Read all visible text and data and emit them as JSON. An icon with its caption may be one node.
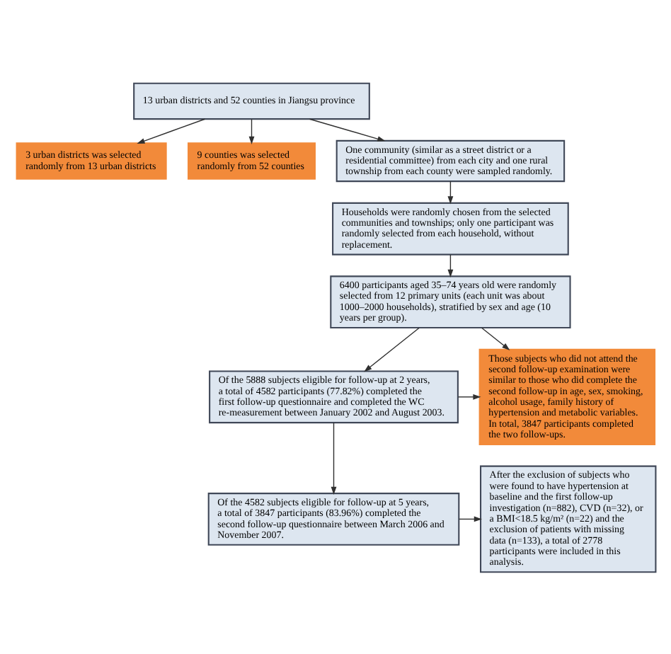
{
  "diagram": {
    "nodes": [
      {
        "text": [
          "13 urban districts and 52 counties in Jiangsu province"
        ]
      },
      {
        "text": [
          "3 urban districts was selected randomly from 13 urban districts"
        ]
      },
      {
        "text": [
          "9 counties was selected randomly from 52 counties"
        ]
      },
      {
        "text": [
          "One community (similar as a street district or a residential committee) from each city and one rural township from each county were sampled randomly."
        ]
      },
      {
        "text": [
          "Households were randomly chosen from the selected communities and townships; only one participant was randomly selected from each household, without replacement."
        ]
      },
      {
        "text": [
          "6400 participants aged 35–74 years old were randomly selected from 12 primary units (each unit was about 1000–2000 households), stratified by sex and age (10 years per group)."
        ]
      },
      {
        "text": [
          "Those subjects who did not attend the second follow-up examination were similar to those who did complete the second follow-up in age, sex, smoking, alcohol usage, family history of hypertension and metabolic variables. In total, 3847 participants completed the two follow-ups."
        ]
      },
      {
        "text": [
          "Of the 5888 subjects eligible for follow-up at 2 years, a total of 4582 participants (77.82%) completed the first follow-up questionnaire and completed the WC re-measurement between January 2002 and August 2003."
        ]
      },
      {
        "text": [
          "Of the 4582 subjects eligible for follow-up at 5 years, a total of 3847 participants (83.96%) completed the second follow-up questionnaire between March 2006 and November 2007."
        ]
      },
      {
        "text": [
          "After the exclusion of subjects who were found to have hypertension at baseline and the first follow-up investigation (n=882), CVD (n=32), or a BMI<18.5 kg/m² (n=22) and the exclusion of patients with missing data (n=133), a total of 2778 participants were included in this analysis."
        ]
      }
    ],
    "edges": [
      {
        "from": 0,
        "to": 1,
        "arrow": "to"
      },
      {
        "from": 0,
        "to": 2,
        "arrow": "to"
      },
      {
        "from": 0,
        "to": 3,
        "arrow": "to"
      },
      {
        "from": 3,
        "to": 4,
        "arrow": "to"
      },
      {
        "from": 4,
        "to": 5,
        "arrow": "to"
      },
      {
        "from": 5,
        "to": 6,
        "arrow": "to"
      },
      {
        "from": 5,
        "to": 7,
        "arrow": "to"
      },
      {
        "from": 7,
        "to": 6,
        "arrow": "to"
      },
      {
        "from": 7,
        "to": 8,
        "arrow": "to"
      },
      {
        "from": 8,
        "to": 9,
        "arrow": "to"
      }
    ]
  }
}
